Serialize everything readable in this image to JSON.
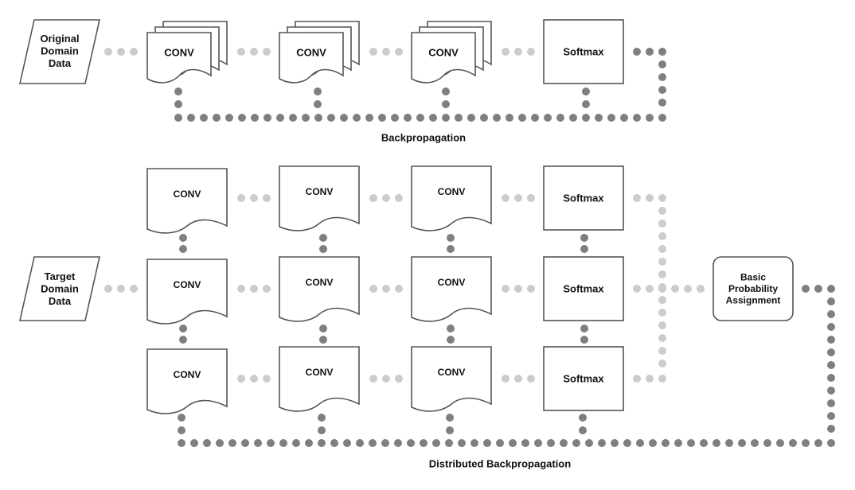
{
  "top": {
    "input_lines": [
      "Original",
      "Domain",
      "Data"
    ],
    "conv_label": "CONV",
    "softmax_label": "Softmax",
    "caption": "Backpropagation"
  },
  "bottom": {
    "input_lines": [
      "Target",
      "Domain",
      "Data"
    ],
    "conv_label": "CONV",
    "softmax_label": "Softmax",
    "bpa_lines": [
      "Basic",
      "Probability",
      "Assignment"
    ],
    "caption": "Distributed Backpropagation"
  },
  "colors": {
    "light_dot": "#cccccc",
    "dark_dot": "#7f7f7f",
    "stroke": "#555555"
  }
}
